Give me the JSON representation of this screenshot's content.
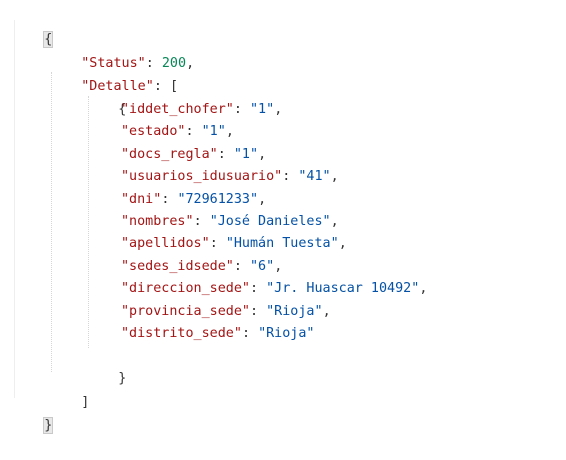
{
  "json_view": {
    "open_root": "{",
    "close_root": "}",
    "status": {
      "key": "\"Status\"",
      "value": "200"
    },
    "detalle": {
      "key": "\"Detalle\"",
      "open_array": "[",
      "close_array": "]",
      "open_object": "{",
      "close_object": "}",
      "fields": [
        {
          "key": "\"iddet_chofer\"",
          "value": "\"1\"",
          "trailing": ","
        },
        {
          "key": "\"estado\"",
          "value": "\"1\"",
          "trailing": ","
        },
        {
          "key": "\"docs_regla\"",
          "value": "\"1\"",
          "trailing": ","
        },
        {
          "key": "\"usuarios_idusuario\"",
          "value": "\"41\"",
          "trailing": ","
        },
        {
          "key": "\"dni\"",
          "value": "\"72961233\"",
          "trailing": ","
        },
        {
          "key": "\"nombres\"",
          "value": "\"José Danieles\"",
          "trailing": ","
        },
        {
          "key": "\"apellidos\"",
          "value": "\"Humán Tuesta\"",
          "trailing": ","
        },
        {
          "key": "\"sedes_idsede\"",
          "value": "\"6\"",
          "trailing": ","
        },
        {
          "key": "\"direccion_sede\"",
          "value": "\"Jr. Huascar 10492\"",
          "trailing": ","
        },
        {
          "key": "\"provincia_sede\"",
          "value": "\"Rioja\"",
          "trailing": ","
        },
        {
          "key": "\"distrito_sede\"",
          "value": "\"Rioja\"",
          "trailing": ""
        }
      ]
    }
  },
  "colors": {
    "key": "#a31515",
    "string": "#0451a5",
    "number": "#098658",
    "punctuation": "#333333"
  }
}
